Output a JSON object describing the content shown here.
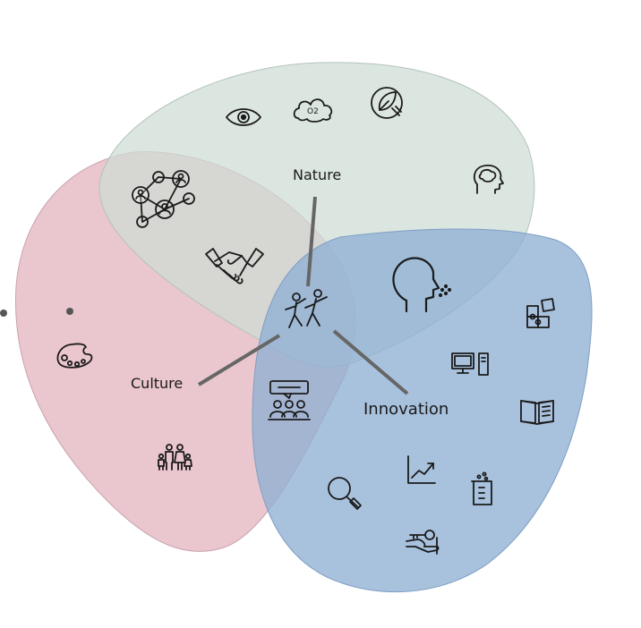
{
  "diagram": {
    "sets": [
      {
        "key": "nature",
        "label": "Nature",
        "color": "#cfdcd5"
      },
      {
        "key": "culture",
        "label": "Culture",
        "color": "#e6bcc6"
      },
      {
        "key": "innovation",
        "label": "Innovation",
        "color": "#8fb0d4"
      }
    ],
    "icons": [
      "eye-icon",
      "oxygen-cloud-icon",
      "eco-plug-icon",
      "brain-head-icon",
      "social-network-icon",
      "handshake-icon",
      "dancing-people-icon",
      "speaking-head-icon",
      "puzzle-icon",
      "computer-icon",
      "painter-palette-icon",
      "meeting-group-icon",
      "book-icon",
      "family-icon",
      "growth-chart-icon",
      "beaker-icon",
      "magnifier-icon",
      "hand-with-key-icon"
    ]
  }
}
